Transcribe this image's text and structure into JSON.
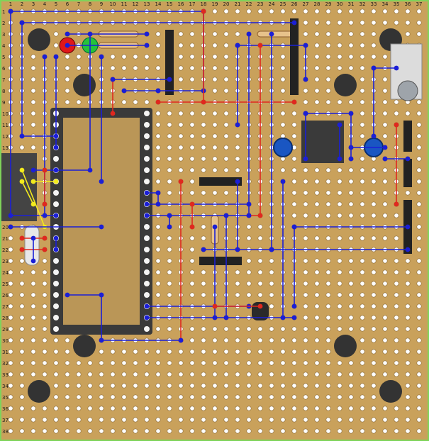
{
  "board": {
    "columns": 37,
    "rows": 38,
    "column_labels": [
      "1",
      "2",
      "3",
      "4",
      "5",
      "6",
      "7",
      "8",
      "9",
      "10",
      "11",
      "12",
      "13",
      "14",
      "15",
      "16",
      "17",
      "18",
      "19",
      "20",
      "21",
      "22",
      "23",
      "24",
      "25",
      "26",
      "27",
      "28",
      "29",
      "30",
      "31",
      "32",
      "33",
      "34",
      "35",
      "36",
      "37"
    ],
    "row_labels": [
      "1",
      "2",
      "3",
      "4",
      "5",
      "6",
      "7",
      "8",
      "9",
      "10",
      "11",
      "12",
      "13",
      "14",
      "15",
      "16",
      "17",
      "18",
      "19",
      "20",
      "21",
      "22",
      "23",
      "24",
      "25",
      "26",
      "27",
      "28",
      "29",
      "30",
      "31",
      "32",
      "33",
      "34",
      "35",
      "36",
      "37",
      "38"
    ],
    "colors": {
      "board": "#c9a15b",
      "frame": "#7fd35a",
      "hole": "#ffffff",
      "wire_blue": "#1b1fd6",
      "wire_red": "#e0281e",
      "wire_yellow": "#f2ea1d",
      "chip": "#222222",
      "mount_hole": "#333333"
    }
  },
  "components": {
    "led_red": "red-led",
    "led_green": "green-led",
    "resistor": "resistor",
    "ic": "dip-ic-socket",
    "header": "pin-header",
    "capacitor": "electrolytic-capacitor",
    "crystal": "crystal-oscillator",
    "switch": "toggle-switch",
    "regulator": "voltage-regulator",
    "connector": "power-connector",
    "diode": "diode"
  }
}
